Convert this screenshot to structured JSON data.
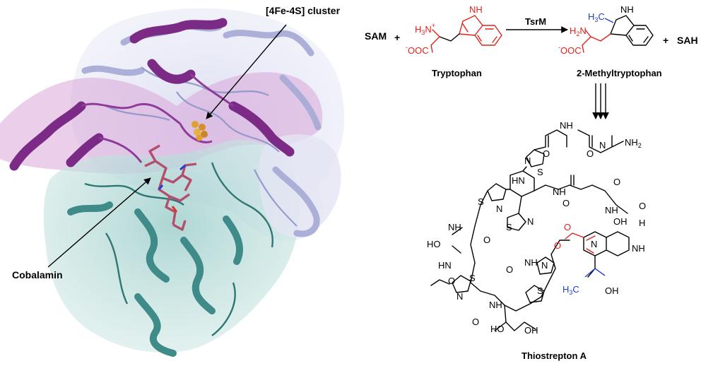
{
  "protein": {
    "cluster_label": "[4Fe-4S] cluster",
    "cobalamin_label": "Cobalamin",
    "colors": {
      "purple": "#7b2a86",
      "lavender": "#b9bde0",
      "teal": "#3f8b8a",
      "cobalamin": "#b34e6c",
      "iron_sulfur": "#e0a030"
    }
  },
  "reaction": {
    "sam": "SAM",
    "plus1": "+",
    "plus2": "+",
    "sah": "SAH",
    "enzyme": "TsrM",
    "substrate_name": "Tryptophan",
    "product_name": "2-Methyltryptophan",
    "final_product_name": "Thiostrepton A"
  },
  "atoms": {
    "nh": "NH",
    "nh_p": "NH",
    "h3n": "H",
    "h3n_sub": "3",
    "n_plus": "N",
    "plus": "+",
    "h2n": "H",
    "h2n_sub": "2",
    "n2": "N",
    "ooc": "OOC",
    "ooc_minus": "-",
    "h3c": "H",
    "h3c_sub": "3",
    "c": "C",
    "nh2": "NH",
    "nh2_sub": "2",
    "o": "O",
    "n": "N",
    "s": "S",
    "h": "H",
    "ho": "HO",
    "oh": "OH",
    "hn": "HN"
  }
}
